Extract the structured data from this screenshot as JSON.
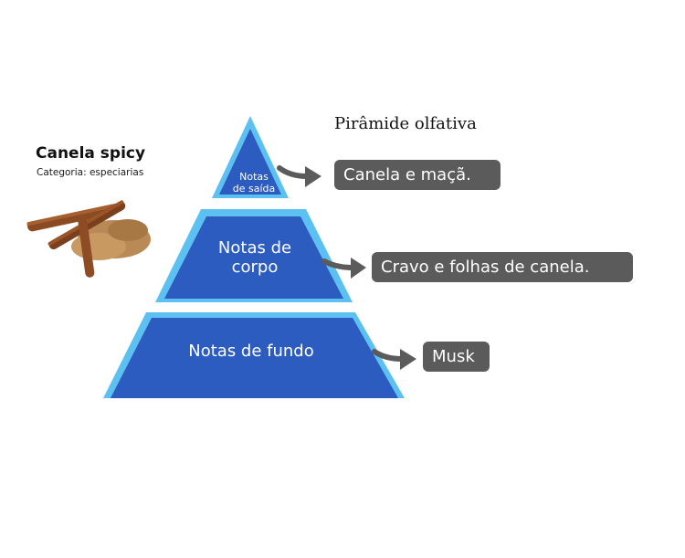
{
  "product": {
    "name": "Canela spicy",
    "category": "Categoria: especiarias"
  },
  "pyramid": {
    "title": "Pirâmide olfativa",
    "tiers": [
      {
        "label_line1": "Notas",
        "label_line2": "de saída",
        "notes": "Canela e maçã."
      },
      {
        "label_line1": "Notas de",
        "label_line2": "corpo",
        "notes": "Cravo e folhas de canela."
      },
      {
        "label_line1": "Notas de fundo",
        "notes": "Musk"
      }
    ]
  },
  "colors": {
    "tier_fill": "#2c5cbf",
    "tier_outline": "#5cc0f0",
    "note_box": "#5b5b5b",
    "arrow": "#5b5b5b",
    "cinnamon_stick": "#8a4a22",
    "cinnamon_powder": "#b98a55"
  },
  "icons": {
    "product_image": "cinnamon-icon",
    "pointer": "arrow-right-icon"
  }
}
